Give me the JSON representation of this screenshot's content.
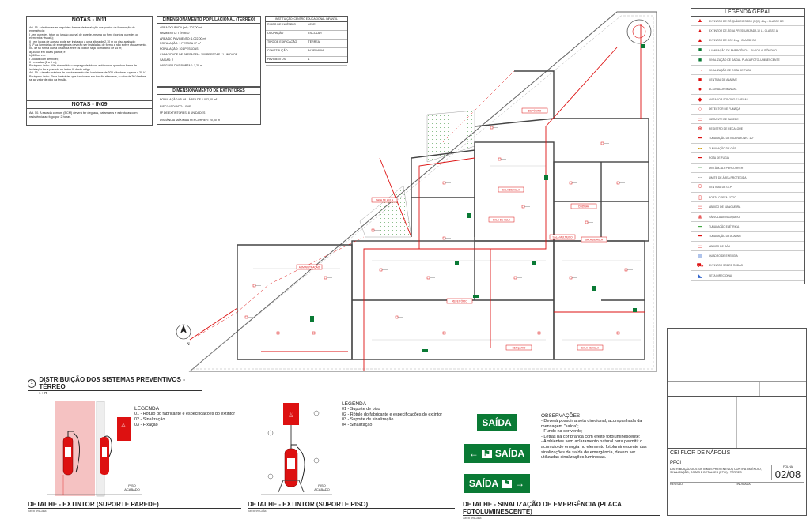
{
  "notes_in11": {
    "title": "NOTAS - IN11",
    "lines": [
      "Art. 15. Admitem-se as seguintes formas de instalação dos pontos de iluminação de emergência:",
      "I - em paredes, tetos ou junção (quina) de parede-mesma do forro (pontos, paredes ou elementos visuais);",
      "II - em locais de acesso pode ser instalado a uma altura de 2,10 m do piso acabado;",
      "§ 1º As luminárias de emergência deverão ser instaladas de forma a não sofrer ofuscamento.",
      "III - de tal forma que a distância entre os pontos seja no máximo de 15 m;",
      "a) 30 lux em locais planos; e",
      "b) 60 lux em:",
      "I - locais com desnível;",
      "II - escadas (1 a 3 m);",
      "Parágrafo único. Não é admitido o emprego de blocos autônomos quando a forma de instalação for a prevista no inciso III deste artigo.",
      "Art. 19. A tensão máxima de funcionamento das luminárias de 30V não deve superar a 30 V.",
      "Parágrafo único. Para luminárias que funcionem em tensão alternada, o valor de 30 V refere-se ao valor de pico da tensão."
    ]
  },
  "notes_in09": {
    "title": "NOTAS - IN09",
    "text": "Art. 50. A escada comum (ECM) deverá ter degraus, patamares e estruturas com resistência ao fogo por 2 horas."
  },
  "pop_sizing": {
    "title": "DIMENSIONAMENTO POPULACIONAL (TÉRREO)",
    "lines": [
      "ÁREA OCUPADA (m²): 707,00 m²",
      "PAVIMENTO: TÉRREO",
      "ÁREA DO PAVIMENTO: 1.022,00 m²",
      "POPULAÇÃO: 1 PESSOA / 7 m²",
      "POPULAÇÃO: 101 PESSOAS",
      "CAPACIDADE DE PASSAGEM: 100 PESSOAS / 1 UNIDADE",
      "SAÍDAS: 2",
      "LARGURA DAS PORTAS: 1,20 m"
    ]
  },
  "extinguisher_sizing": {
    "title": "DIMENSIONAMENTO DE EXTINTORES",
    "lines": [
      "POPULAÇÃO Nº: 68 - ÁREA DE 1.022,00 m²",
      "RISCO ISOLADO: LEVE",
      "Nº DE EXTINTORES: 8 UNIDADES",
      "DISTÂNCIA MÁXIMA A PERCORRER: 20,00 m"
    ]
  },
  "info_table": {
    "title": "INSTITUIÇÃO: CENTRO EDUCACIONAL INFANTIL",
    "rows": [
      [
        "RISCO DE INCÊNDIO",
        "LEVE"
      ],
      [
        "OCUPAÇÃO",
        "ESCOLAR"
      ],
      [
        "TIPO DE EDIFICAÇÃO",
        "TÉRREA"
      ],
      [
        "CONSTRUÇÃO",
        "ALVENARIA"
      ],
      [
        "PAVIMENTOS",
        "1"
      ]
    ]
  },
  "legend_general": {
    "title": "LEGENDA GERAL",
    "items": [
      "EXTINTOR DE PÓ QUÍMICO SECO (PQS) 4 kg - CLASSE BC",
      "EXTINTOR DE ÁGUA PRESSURIZADA 10 L - CLASSE A",
      "EXTINTOR DE CO2 6 kg - CLASSE BC",
      "ILUMINAÇÃO DE EMERGÊNCIA - BLOCO AUTÔNOMO",
      "SINALIZAÇÃO DE SAÍDA - PLACA FOTOLUMINESCENTE",
      "SINALIZAÇÃO DE ROTA DE FUGA",
      "CENTRAL DE ALARME",
      "ACIONADOR MANUAL",
      "AVISADOR SONORO E VISUAL",
      "DETECTOR DE FUMAÇA",
      "HIDRANTE DE PAREDE",
      "REGISTRO DE RECALQUE",
      "TUBULAÇÃO DE INCÊNDIO Ø 2 1/2\"",
      "TUBULAÇÃO DE GÁS",
      "ROTA DE FUGA",
      "DISTÂNCIA A PERCORRER",
      "LIMITE DE ÁREA PROTEGIDA",
      "CENTRAL DE GLP",
      "PORTA CORTA-FOGO",
      "ABRIGO DE MANGUEIRA",
      "VÁLVULA DE BLOQUEIO",
      "TUBULAÇÃO ELÉTRICA",
      "TUBULAÇÃO DE ALARME",
      "ABRIGO DE GÁS",
      "QUADRO DE ENERGIA",
      "EXTINTOR SOBRE RODAS",
      "SETA DIRECIONAL"
    ]
  },
  "plan": {
    "title": "DISTRIBUIÇÃO DOS SISTEMAS PREVENTIVOS - TÉRREO",
    "scale": "1 : 75",
    "number": "1"
  },
  "detail_wall": {
    "title": "DETALHE - EXTINTOR (SUPORTE PAREDE)",
    "scale": "Sem escala",
    "legend_title": "LEGENDA",
    "legend": [
      "01 - Rótulo do fabricante e especificações do extintor",
      "02 - Sinalização",
      "03 - Fixação"
    ],
    "floor_label": "PISO ACABADO"
  },
  "detail_floor": {
    "title": "DETALHE - EXTINTOR (SUPORTE PISO)",
    "scale": "Sem escala",
    "legend_title": "LEGENDA",
    "legend": [
      "01 - Suporte de piso",
      "02 - Rótulo do fabricante e especificações do extintor",
      "03 - Suporte de sinalização",
      "04 - Sinalização"
    ],
    "floor_label": "PISO ACABADO"
  },
  "detail_sign": {
    "title": "DETALHE - SINALIZAÇÃO DE EMERGÊNCIA (PLACA FOTOLUMINESCENTE)",
    "scale": "Sem escala",
    "sign_text": "SAÍDA",
    "obs_title": "OBSERVAÇÕES",
    "obs": [
      "- Deverá possuir a seta direcional, acompanhada da mensagem \"saída\";",
      "- Fundo na cor verde;",
      "- Letras na cor branca com efeito fotoluminescente;",
      "- Ambientes sem aclaramento natural para permitir o acúmulo de energia no elemento fotoluminescente das sinalizações de saída de emergência, devem ser utilizadas sinalizações luminosas."
    ]
  },
  "title_block": {
    "project": "CEI FLOR DE NÁPOLIS",
    "sheet_label": "FOLHA",
    "sheet": "02/08",
    "discipline": "PPCI",
    "content": "DISTRIBUIÇÃO DOS SISTEMAS PREVENTIVOS CONTRA INCÊNDIO, SINALIZAÇÃO, ROTAS E DETALHES (PPCI) - TÉRREO",
    "rev_label": "REVISÃO",
    "scale": "INDICADA"
  },
  "room_labels": [
    "ADMINISTRAÇÃO",
    "SALA DE AULA",
    "SALA DE AULA",
    "COZINHA",
    "REFEITÓRIO",
    "BERÇÁRIO",
    "SALA DE AULA",
    "DEPÓSITO",
    "SALA MULTIUSO",
    "SALA DE AULA",
    "SALA DE AULA"
  ],
  "colors": {
    "red": "#d11",
    "green": "#0a7a35",
    "line": "#555"
  }
}
